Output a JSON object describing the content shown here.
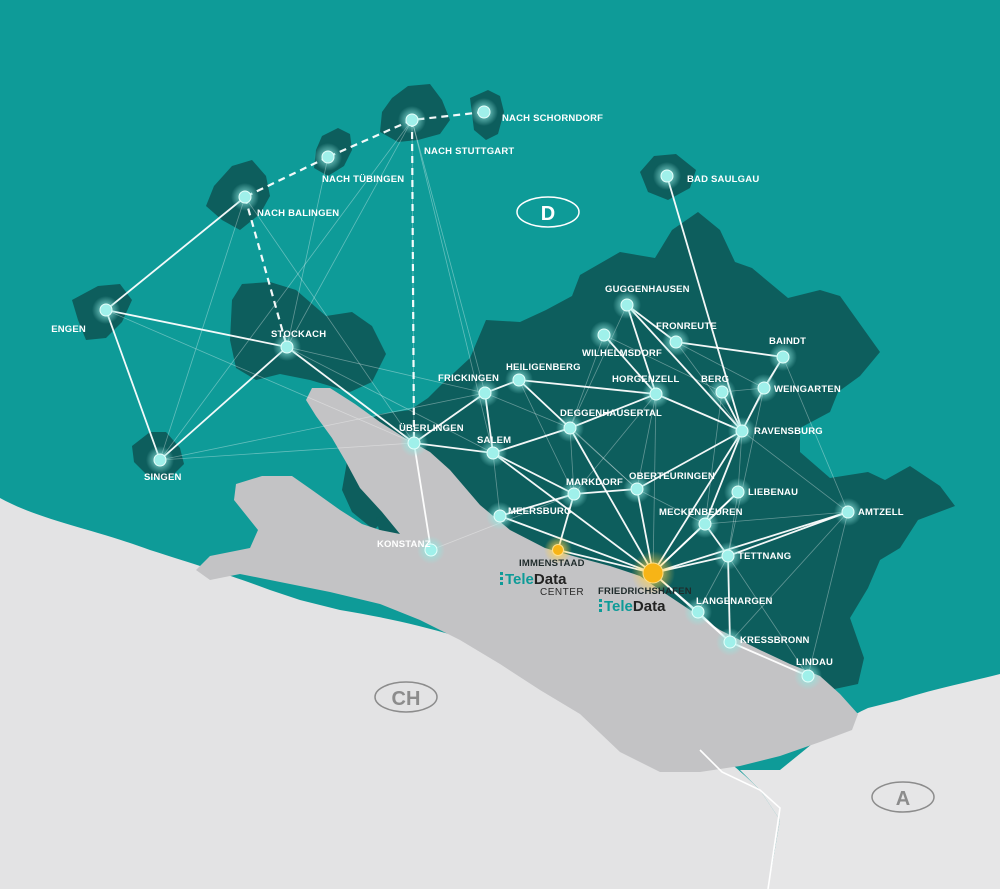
{
  "colors": {
    "sea": "#0e9b98",
    "region": "#0d5e5d",
    "lake": "#c3c3c5",
    "land_ch": "#e3e3e4",
    "land_a": "#e6e6e7",
    "node": "#9ff0ea",
    "hub": "#f7b416",
    "line": "#ffffff",
    "brand_teal": "#0e9b98"
  },
  "countries": {
    "germany": "D",
    "switzerland": "CH",
    "austria": "A"
  },
  "nodes": [
    {
      "id": "schorndorf",
      "label": "NACH SCHORNDORF"
    },
    {
      "id": "stuttgart",
      "label": "NACH STUTTGART"
    },
    {
      "id": "tuebingen",
      "label": "NACH TÜBINGEN"
    },
    {
      "id": "balingen",
      "label": "NACH BALINGEN"
    },
    {
      "id": "bad_saulgau",
      "label": "BAD SAULGAU"
    },
    {
      "id": "engen",
      "label": "ENGEN"
    },
    {
      "id": "stockach",
      "label": "STOCKACH"
    },
    {
      "id": "singen",
      "label": "SINGEN"
    },
    {
      "id": "guggenhausen",
      "label": "GUGGENHAUSEN"
    },
    {
      "id": "fronreute",
      "label": "FRONREUTE"
    },
    {
      "id": "wilhelmsdorf",
      "label": "WILHELMSDORF"
    },
    {
      "id": "baindt",
      "label": "BAINDT"
    },
    {
      "id": "frickingen",
      "label": "FRICKINGEN"
    },
    {
      "id": "heiligenberg",
      "label": "HEILIGENBERG"
    },
    {
      "id": "horgenzell",
      "label": "HORGENZELL"
    },
    {
      "id": "berg",
      "label": "BERG"
    },
    {
      "id": "weingarten",
      "label": "WEINGARTEN"
    },
    {
      "id": "deggenhausertal",
      "label": "DEGGENHAUSERTAL"
    },
    {
      "id": "ueberlingen",
      "label": "ÜBERLINGEN"
    },
    {
      "id": "salem",
      "label": "SALEM"
    },
    {
      "id": "ravensburg",
      "label": "RAVENSBURG"
    },
    {
      "id": "oberteuringen",
      "label": "OBERTEURINGEN"
    },
    {
      "id": "markdorf",
      "label": "MARKDORF"
    },
    {
      "id": "liebenau",
      "label": "LIEBENAU"
    },
    {
      "id": "meersburg",
      "label": "MEERSBURG"
    },
    {
      "id": "meckenbeuren",
      "label": "MECKENBEUREN"
    },
    {
      "id": "amtzell",
      "label": "AMTZELL"
    },
    {
      "id": "konstanz",
      "label": "KONSTANZ"
    },
    {
      "id": "immenstaad",
      "label": "IMMENSTAAD"
    },
    {
      "id": "tettnang",
      "label": "TETTNANG"
    },
    {
      "id": "friedrichshafen",
      "label": "FRIEDRICHSHAFEN"
    },
    {
      "id": "langenargen",
      "label": "LANGENARGEN"
    },
    {
      "id": "kressbronn",
      "label": "KRESSBRONN"
    },
    {
      "id": "lindau",
      "label": "LINDAU"
    }
  ],
  "brands": {
    "immenstaad": {
      "name_tele": "Tele",
      "name_data": "Data",
      "sub": "CENTER"
    },
    "friedrichshafen": {
      "name_tele": "Tele",
      "name_data": "Data"
    }
  }
}
